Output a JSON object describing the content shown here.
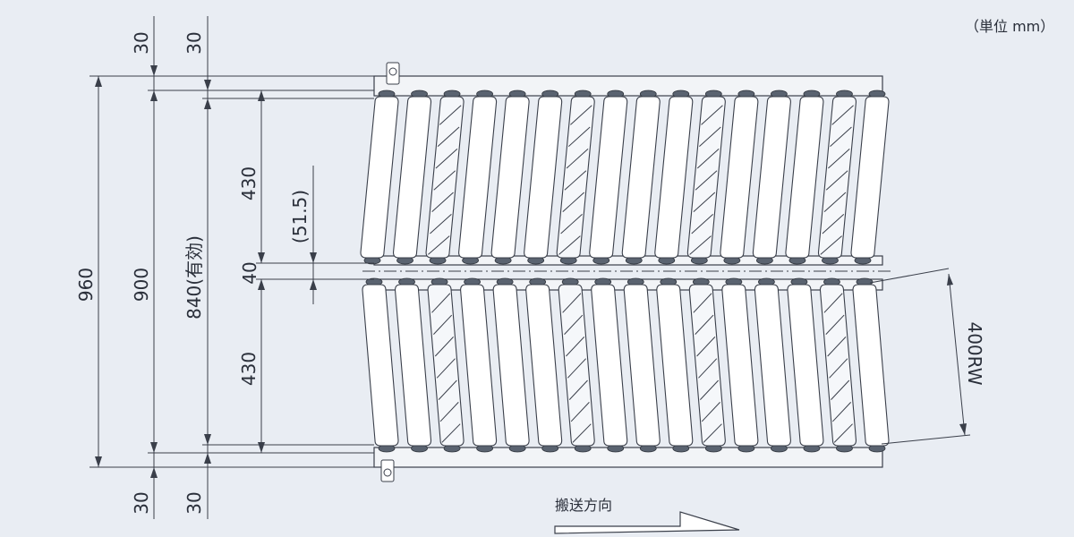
{
  "unit_note": "（単位 mm）",
  "dimensions": {
    "top_30_outer": "30",
    "top_30_inner": "30",
    "overall_960": "960",
    "overall_900": "900",
    "effective_840": "840(有効)",
    "upper_430": "430",
    "lower_430": "430",
    "gap_40": "40",
    "offset_51_5": "(51.5)",
    "bottom_30_outer": "30",
    "bottom_30_inner": "30",
    "roller_width": "400RW"
  },
  "direction_label": "搬送方向",
  "roller_count_per_lane": 16,
  "hatched_rollers": [
    2,
    6,
    10,
    14
  ]
}
